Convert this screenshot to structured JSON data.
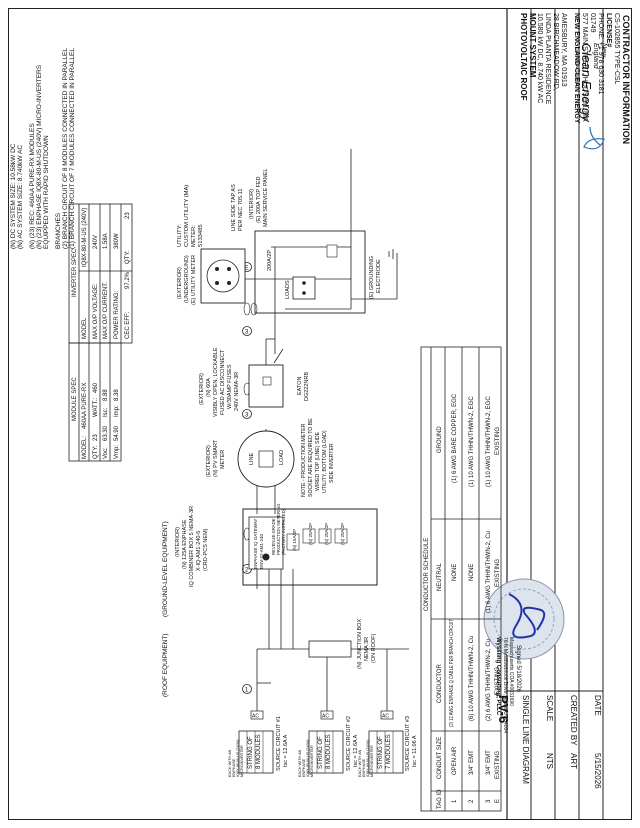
{
  "title_block": {
    "contractor_header": "CONTRACTOR INFORMATION",
    "logo_text": [
      "New",
      "England",
      "Clean Energy"
    ],
    "logo_tagline": "Expert Solar Solutions",
    "company_lines": [
      "NEW ENGLAND CLEAN ENERGY",
      "577 MAIN STREET, HUDSON, MA",
      "01749",
      "PHONE: +1 978 630 3181",
      "LICENSE#",
      "CS-102855 TYPE-CSL"
    ],
    "project_lines": [
      "PHOTOVOLTAIC ROOF",
      "MOUNT SYSTEM",
      "10.580 kW DC, 8.740 kW AC",
      "LINDA PLANTA RESIDENCE",
      "28 BIRCHMEADOW RD,",
      "AMESBURY, MA 01913"
    ],
    "seal_text": [
      "Wyssling Consulting, PLLC",
      "76 N Meadowbrook Drive, Alpine UT 84004",
      "Massachusetts COA #0031690",
      "Signed 5/18/2026"
    ],
    "date_label": "DATE",
    "date_value": "5/15/2026",
    "created_label": "CREATED BY",
    "created_value": "ART",
    "scale_label": "SCALE",
    "scale_value": "NTS",
    "sheet_title": "SINGLE LINE DIAGRAM",
    "sheet_number": "PV-6"
  },
  "notes": {
    "system": [
      "(N) DC SYSTEM SIZE: 10.58kW DC",
      "(N) AC SYSTEM SIZE: 8.740kW AC"
    ],
    "modules": [
      "(N) (23) REC: 460AA PURE-RX MODULES",
      "(N) (23) ENPHASE IQ8X-80-M-US (240V) MICRO-INVERTERS",
      "EQUIPPED WITH RAPID SHUTDOWN"
    ],
    "branches": [
      "BRANCHES",
      "(2) BRANCH CIRCUIT OF 8 MODULES CONNECTED IN PARALLEL",
      "(1) BRANCH CIRCUIT OF 7 MODULES CONNECTED IN PARALLEL"
    ]
  },
  "module_spec": {
    "title": "MODULE SPEC",
    "rows": [
      [
        "MODEL:",
        "460AA PURE-RX"
      ],
      [
        "QTY:",
        "23",
        "WATT.:",
        "460"
      ],
      [
        "Voc:",
        "63.30",
        "Isc:",
        "8.88"
      ],
      [
        "Vmp:",
        "54.90",
        "Imp:",
        "8.38"
      ]
    ]
  },
  "inverter_spec": {
    "title": "INVERTER SPEC",
    "rows": [
      [
        "MODEL",
        "IQ8X-80-M-US (240V)"
      ],
      [
        "MAX O/P VOLTAGE:",
        "240V"
      ],
      [
        "MAX O/P CURRENT:",
        "1.58A"
      ],
      [
        "POWER RATING:",
        "380W"
      ],
      [
        "CEC EFF:",
        "97.2%",
        "QTY:",
        "23"
      ]
    ]
  },
  "diagram": {
    "roof_equipment": "(ROOF EQUIPMENT)",
    "ground_level": "(GROUND-LEVEL EQUIPMENT)",
    "strings": [
      {
        "string": "STRING OF",
        "modules": "8 MODULES",
        "circuit": "SOURCE CIRCUIT #1",
        "isc": "Isc = 12.6A A",
        "side": [
          "EACH WITH AN",
          "ENPHASE",
          "IQ8X-80-M-US (240V)",
          "MICROINVERTER"
        ]
      },
      {
        "string": "STRING OF",
        "modules": "8 MODULES",
        "circuit": "SOURCE CIRCUIT #2",
        "isc": "Isc = 12.6A A",
        "side": [
          "EACH WITH AN",
          "ENPHASE",
          "IQ8X-80-M-US (240V)",
          "MICROINVERTER"
        ]
      },
      {
        "string": "STRING OF",
        "modules": "7 MODULES",
        "circuit": "SOURCE CIRCUIT #3",
        "isc": "Isc = 11.06 A",
        "side": [
          "EACH WITH AN",
          "ENPHASE",
          "IQ8X-80-M-US (240V)",
          "MICROINVERTER"
        ]
      }
    ],
    "ac_label": "AC",
    "junction_box": [
      "(N) JUNCTION BOX",
      "NEMA 3R",
      "(ON ROOF)"
    ],
    "combiner": [
      "(INTERIOR)",
      "(N) 125A ENPHASE",
      "IQ COMBINER BOX 5 NEMA-3R",
      "X-IQ-AM1-240-5",
      "(CRD-PCS NEM)"
    ],
    "gateway": [
      "ENPHASE IQ GATEWAY",
      "ENV-IQ-AM1-240"
    ],
    "metering": [
      "REVENUE-GRADE",
      "PRODUCTION METERING",
      "(FACTORY INSTALLED)"
    ],
    "breaker_15": "(N) 15A/2P",
    "breakers_20": [
      "(N) 20A/2P",
      "(N) 20A/2P",
      "(N) 20A/2P"
    ],
    "pv_meter": [
      "(EXTERIOR)",
      "(N) PV SMART",
      "METER"
    ],
    "line": "LINE",
    "load": "LOAD",
    "meter_note": [
      "NOTE - PRODUCTION METER",
      "SOCKET ARE REQUIRED TO BE",
      "WIRED TOP (LINE) SIDE",
      "UTILITY, BOTTOM (LOAD)",
      "SIDE INVERTER"
    ],
    "disconnect": [
      "(EXTERIOR)",
      "(N) 60A",
      "VISIBLY OPEN, LOCKABLE",
      "FUSED AC DISCONNECT",
      "W/30AMP FUSES",
      "240V NEMA-3R"
    ],
    "eaton": [
      "EATON",
      "DG222NRB"
    ],
    "utility_meter": [
      "(EXTERIOR)",
      "(UNDERGROUND)",
      "(E) UTILITY METER"
    ],
    "utility_info": [
      "UTILITY:",
      "CUSTOM UTILITY (MA)",
      "METER:",
      "5133485"
    ],
    "line_tap": [
      "LINE SIDE TAP AS",
      "PER NEC 705.11"
    ],
    "main_breaker": "200A/2P",
    "loads": "LOADS",
    "main_panel": [
      "(INTERIOR)",
      "(E) 200A TOP FED",
      "MAIN SERVICE PANEL"
    ],
    "grounding": [
      "(E) GROUNDING",
      "ELECTRODE"
    ],
    "tags": [
      "1",
      "2",
      "3",
      "3",
      "E"
    ]
  },
  "conductor_schedule": {
    "title": "CONDUCTOR SCHEDULE",
    "headers": [
      "TAG ID",
      "CONDUIT SIZE",
      "CONDUCTOR",
      "NEUTRAL",
      "GROUND"
    ],
    "rows": [
      [
        "1",
        "OPEN AIR",
        "(2) 12 AWG ENPHASE Q CABLE PER BRANCH CIRCUIT",
        "NONE",
        "(1) 6 AWG BARE COPPER, EGC"
      ],
      [
        "2",
        "3/4\" EMT",
        "(6) 10 AWG THHN/THWN-2, Cu",
        "NONE",
        "(1) 10 AWG THHN/THWN-2, EGC"
      ],
      [
        "3",
        "3/4\" EMT",
        "(2) 6 AWG THHN/THWN-2, Cu",
        "(1) 6 AWG THHN/THWN-2, Cu",
        "(1) 10 AWG THHN/THWN-2, EGC"
      ],
      [
        "E",
        "EXISTING",
        "EXISTING",
        "EXISTING",
        "EXISTING"
      ]
    ]
  }
}
